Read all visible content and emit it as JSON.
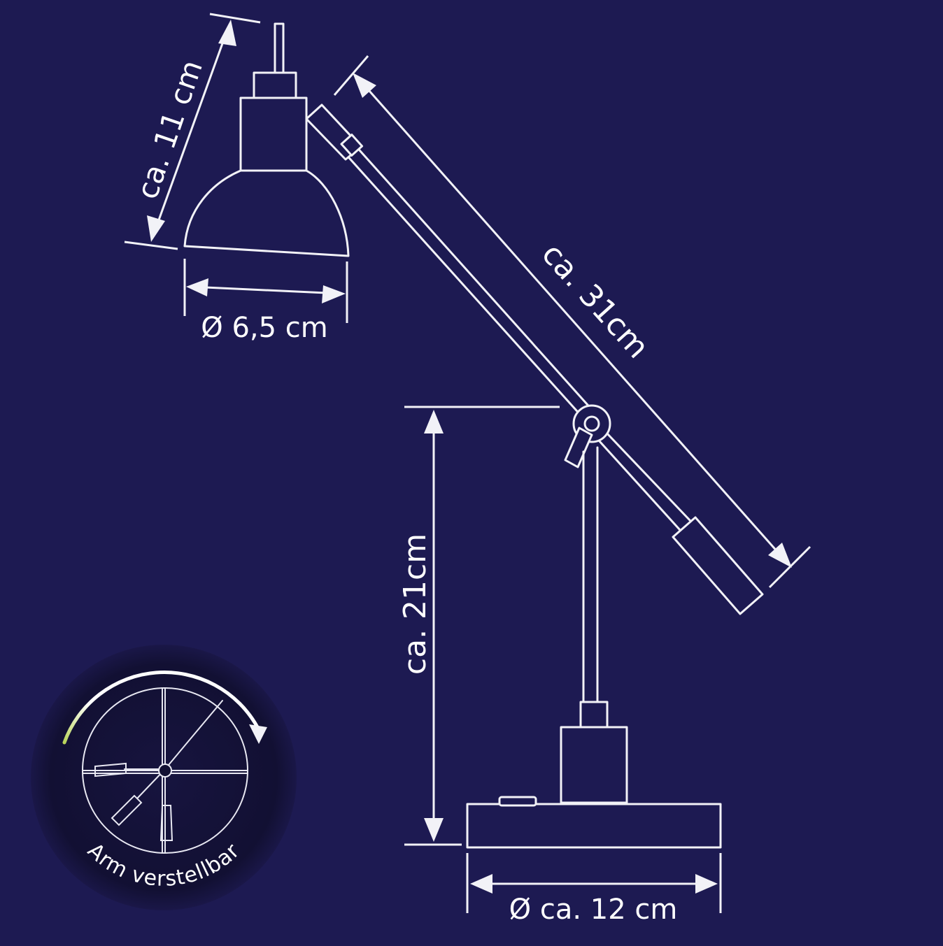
{
  "dimensions": {
    "shade_height": "ca. 11 cm",
    "shade_diameter": "Ø 6,5 cm",
    "arm_length": "ca. 31cm",
    "stand_height": "ca. 21cm",
    "base_diameter": "Ø ca. 12 cm"
  },
  "badge": {
    "label": "Arm verstellbar"
  },
  "colors": {
    "background": "#1d1a52",
    "line": "#f2f2f7",
    "badge_fill": "#121033"
  }
}
